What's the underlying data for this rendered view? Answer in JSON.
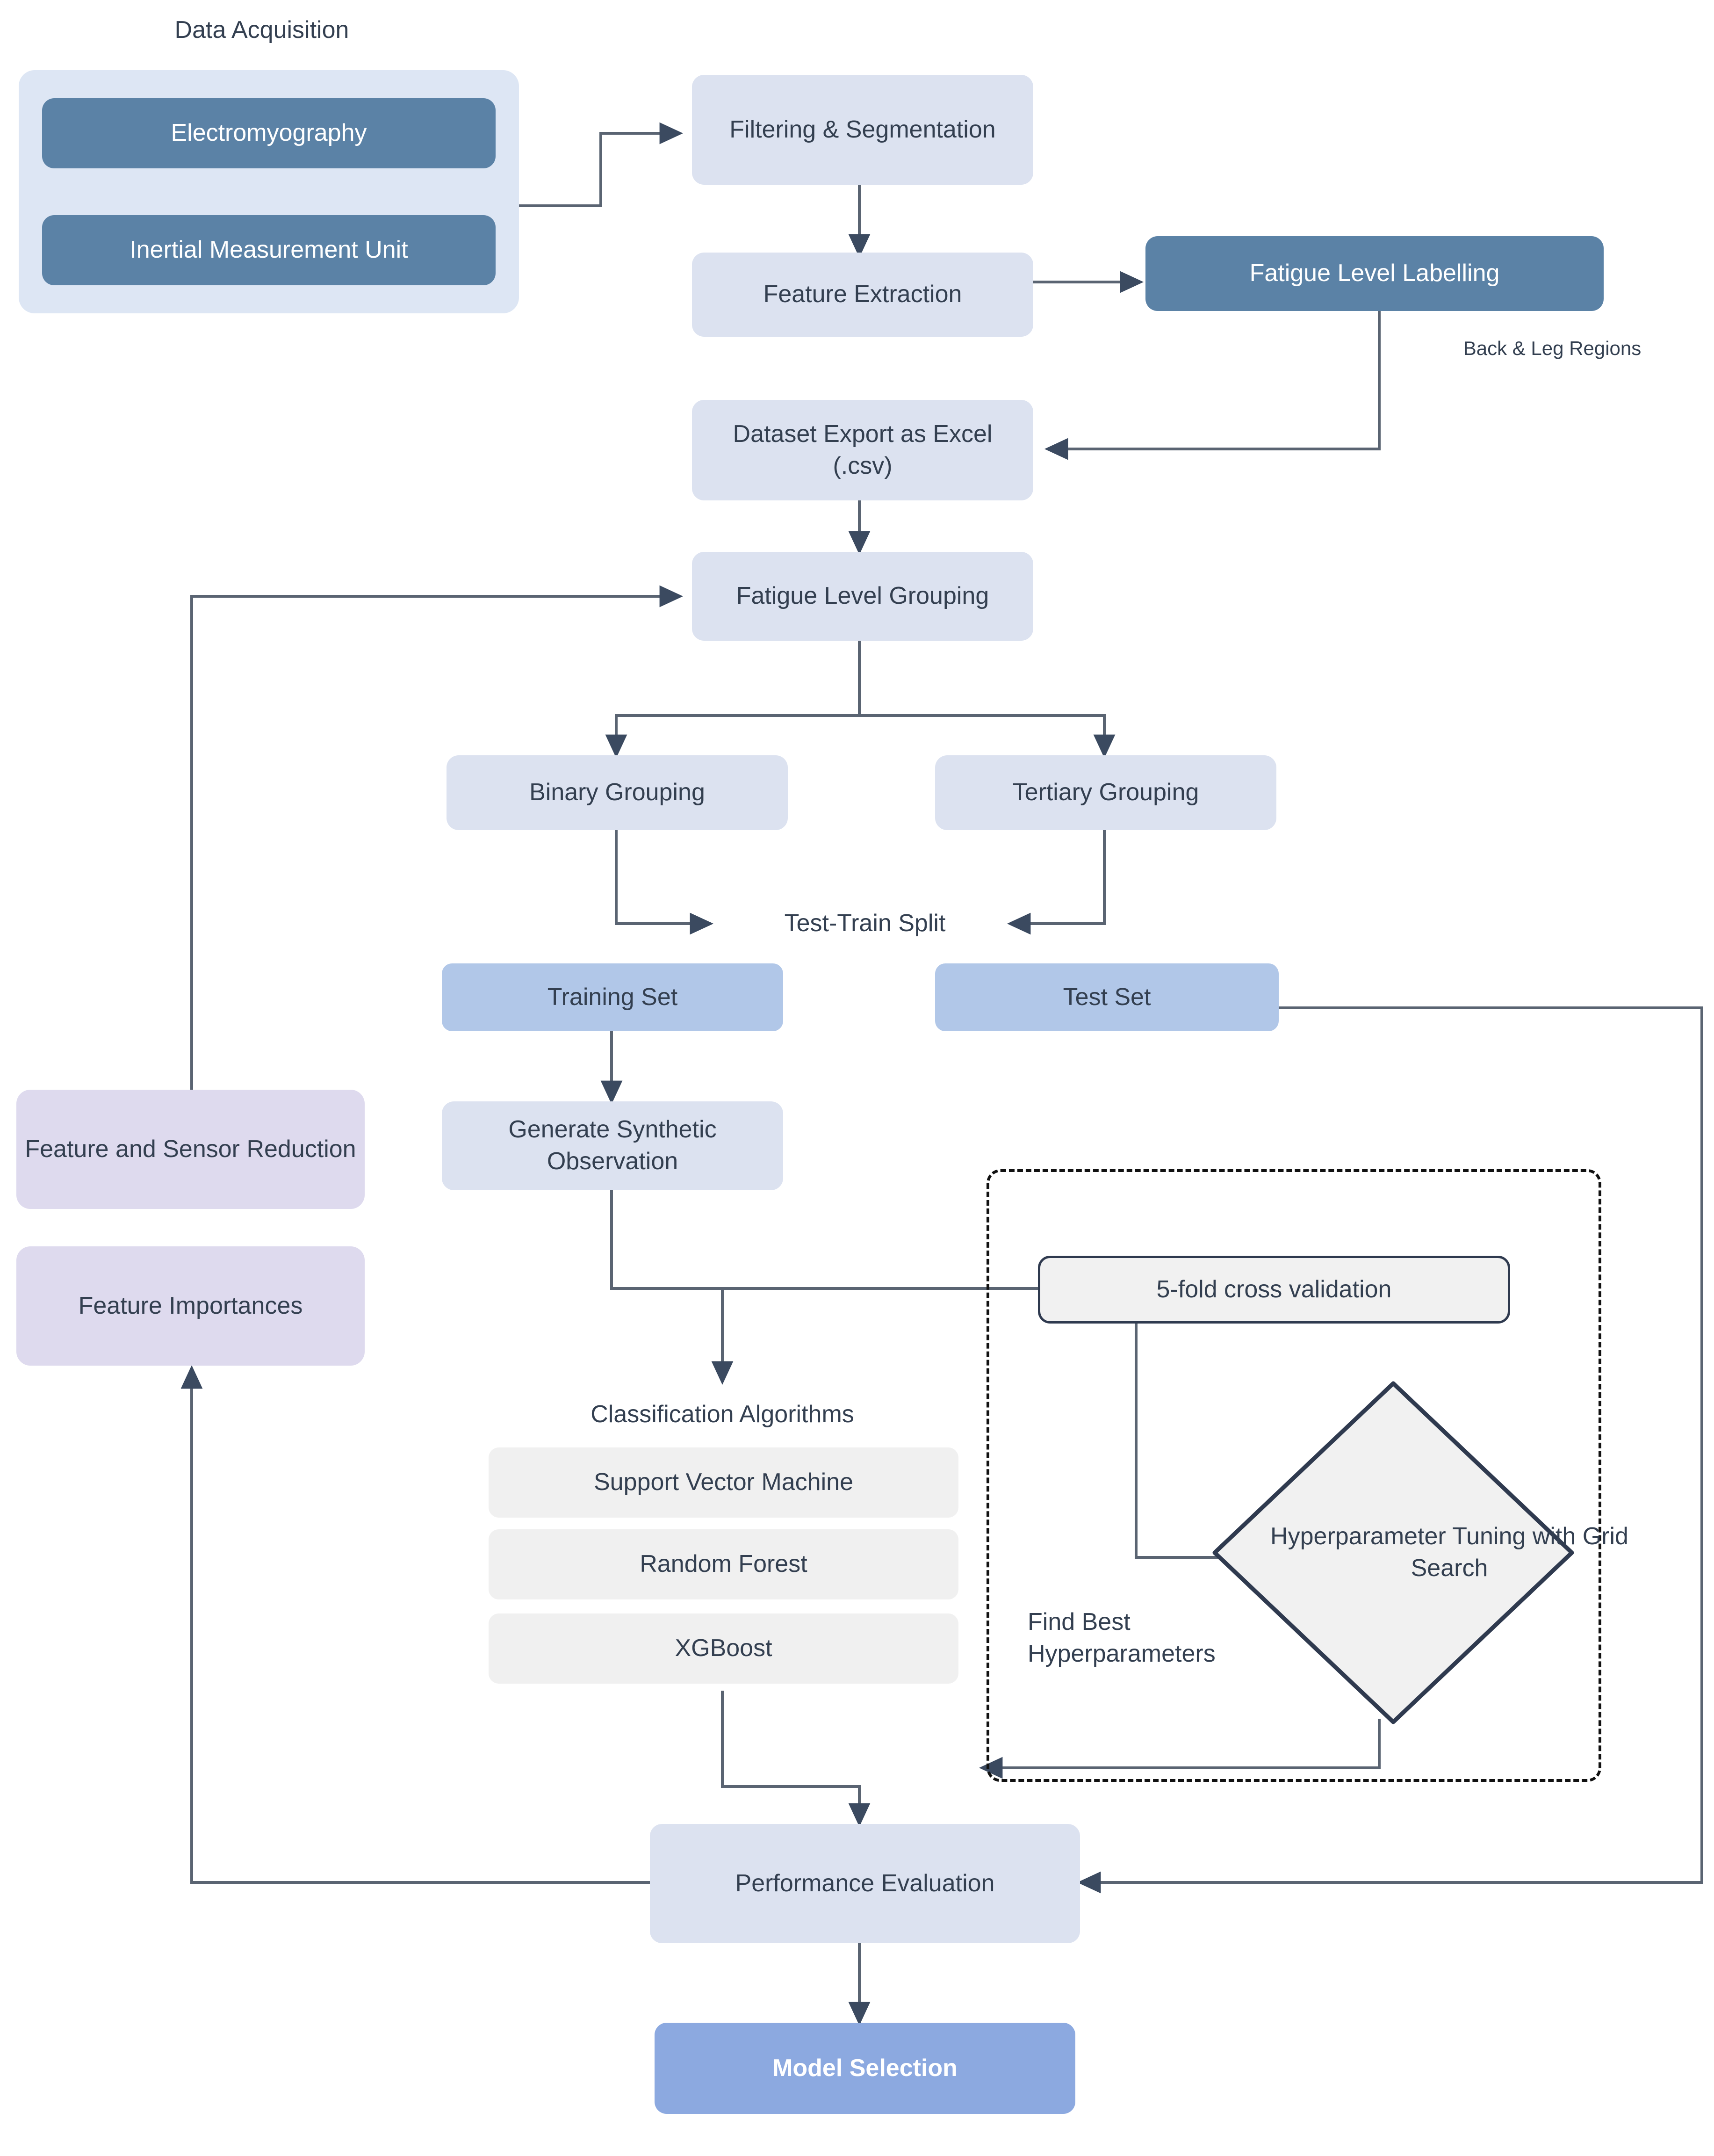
{
  "diagram": {
    "title": "Machine Learning Methodology Flowchart",
    "colors": {
      "dark_blue": "#5B82A6",
      "light_blue": "#DCE2F0",
      "mid_blue": "#B1C7E8",
      "deep_blue": "#8CA9E0",
      "purple": "#DEDAEE",
      "grey": "#F0F0F0",
      "group_container": "#DDE6F4",
      "text": "#333F50",
      "connector": "#5A6472"
    }
  },
  "labels": {
    "data_acquisition": "Data Acquisition",
    "back_leg_regions": "Back & Leg Regions",
    "test_train_split": "Test-Train Split",
    "classification_algorithms": "Classification Algorithms",
    "find_best_hyperparameters": "Find Best\nHyperparameters",
    "find_best_hyperparameters_line1": "Find Best",
    "find_best_hyperparameters_line2": "Hyperparameters"
  },
  "nodes": {
    "electromyography": "Electromyography",
    "inertial_measurement_unit": "Inertial Measurement Unit",
    "filtering_segmentation": "Filtering & Segmentation",
    "feature_extraction": "Feature Extraction",
    "fatigue_level_labelling": "Fatigue Level Labelling",
    "dataset_export": "Dataset Export as Excel (.csv)",
    "fatigue_level_grouping": "Fatigue Level Grouping",
    "binary_grouping": "Binary Grouping",
    "tertiary_grouping": "Tertiary Grouping",
    "training_set": "Training Set",
    "test_set": "Test Set",
    "generate_synthetic_observation": "Generate Synthetic Observation",
    "feature_sensor_reduction": "Feature and Sensor Reduction",
    "feature_importances": "Feature Importances",
    "support_vector_machine": "Support Vector Machine",
    "random_forest": "Random Forest",
    "xgboost": "XGBoost",
    "cross_validation": "5-fold cross validation",
    "hyperparameter_tuning": "Hyperparameter Tuning with Grid Search",
    "performance_evaluation": "Performance Evaluation",
    "model_selection": "Model Selection"
  }
}
